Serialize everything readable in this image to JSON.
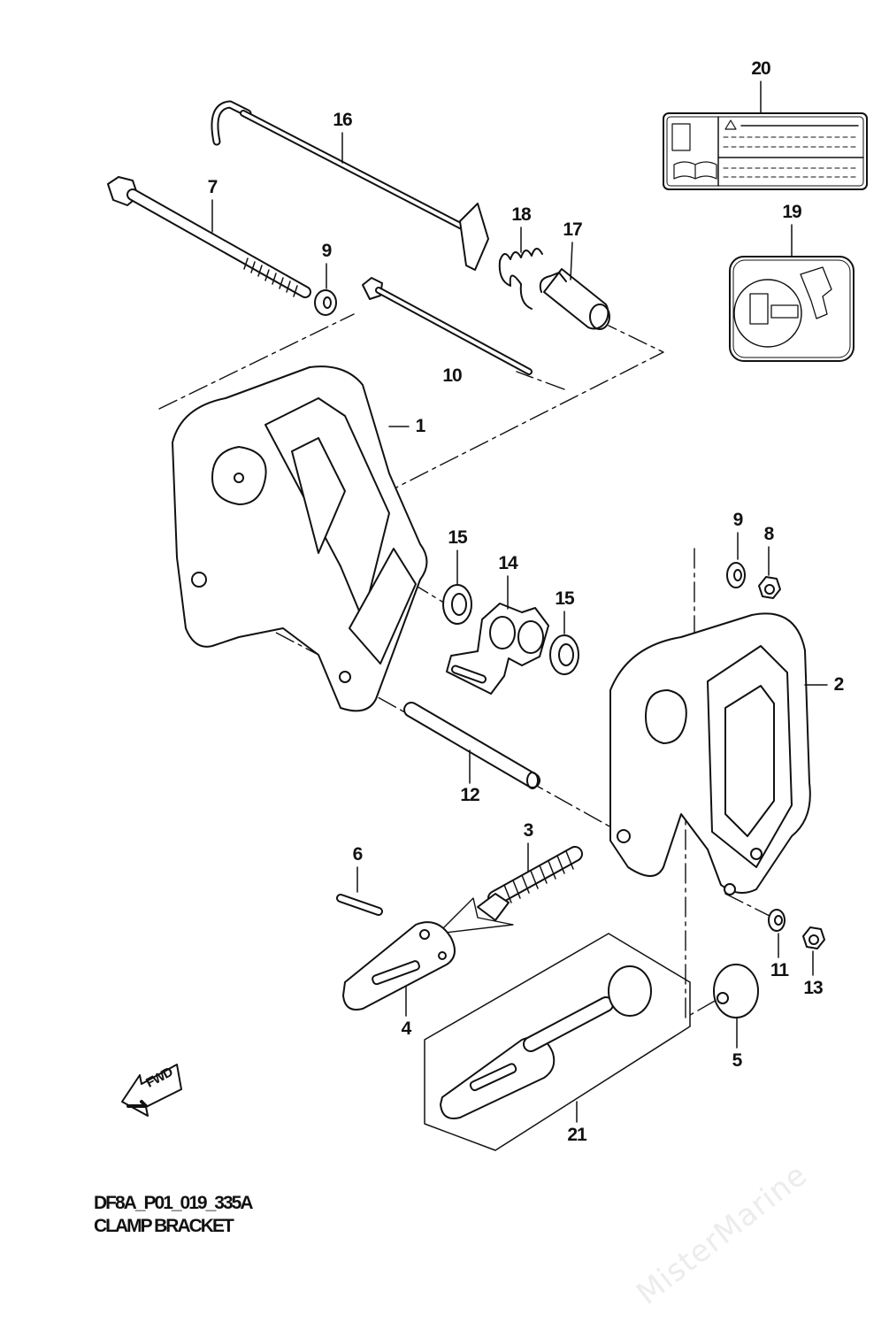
{
  "watermark": "MisterMarine",
  "diagram": {
    "code": "DF8A_P01_019_335A",
    "title": "CLAMP BRACKET",
    "fwd_label": "FWD",
    "callouts": [
      "20",
      "16",
      "7",
      "18",
      "17",
      "19",
      "9",
      "10",
      "1",
      "9",
      "8",
      "15",
      "14",
      "15",
      "2",
      "12",
      "3",
      "6",
      "11",
      "13",
      "4",
      "5",
      "21"
    ]
  }
}
